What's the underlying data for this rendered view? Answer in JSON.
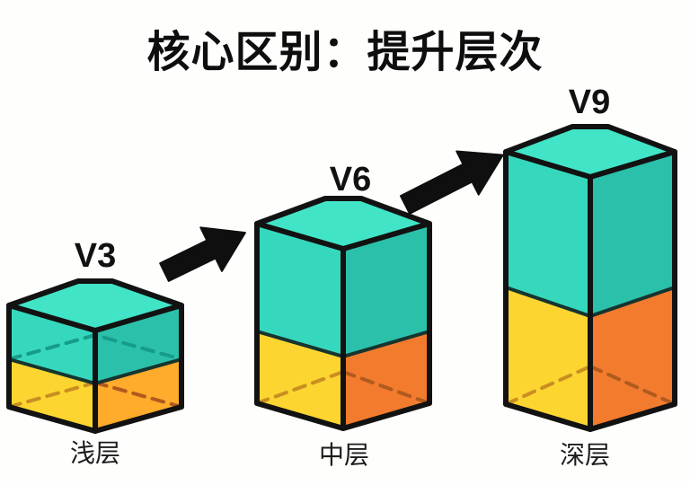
{
  "title": "核心区别：提升层次",
  "stages": [
    {
      "version": "V3",
      "layer": "浅层",
      "height_level": 1
    },
    {
      "version": "V6",
      "layer": "中层",
      "height_level": 2
    },
    {
      "version": "V9",
      "layer": "深层",
      "height_level": 3
    }
  ],
  "colors": {
    "background": "#fefefd",
    "outline": "#121212",
    "teal_top": "#41e4c7",
    "teal_left": "#36d8bd",
    "teal_right": "#2bc0aa",
    "yellow_left": "#fdd531",
    "orange_right_small": "#ffab2b",
    "orange_right": "#f27b2e",
    "dash_teal": "#169c8b",
    "dash_orange_left": "#c98e21",
    "dash_orange_right": "#b05a1e",
    "arrow": "#0f0f0f",
    "text": "#111111"
  }
}
